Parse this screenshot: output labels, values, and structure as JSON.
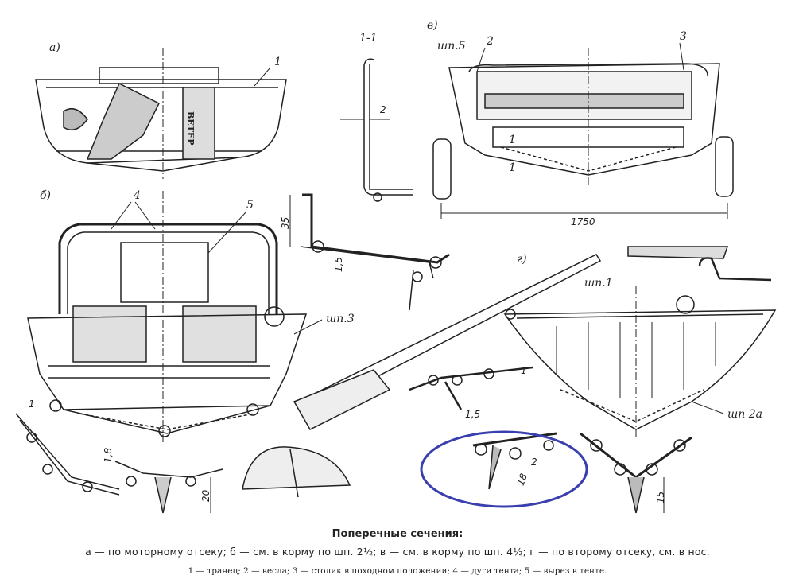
{
  "views": {
    "a": "а)",
    "b": "б)",
    "v": "в)",
    "g": "г)",
    "section": "1-1"
  },
  "labels": {
    "a_1": "1",
    "b_4": "4",
    "b_5": "5",
    "b_frame": "шп.3",
    "v_frame5": "шп.5",
    "v_2": "2",
    "v_3": "3",
    "v_1a": "1",
    "v_1b": "1",
    "g_frame1": "шп.1",
    "g_frame2a": "шп 2а",
    "sec_2": "2"
  },
  "dimensions": {
    "width_1750": "1750",
    "d35": "35",
    "d1_5a": "1,5",
    "d1": "1",
    "d1_8": "1,8",
    "d20": "20",
    "d1_5b": "1,5",
    "d1b": "1",
    "d2": "2",
    "d18": "18",
    "d15": "15"
  },
  "engine_logo": "ВЕТЕР",
  "highlight_color": "#3a3fb0",
  "caption": {
    "title": "Поперечные сечения:",
    "main": "а — по моторному отсеку; б — см. в корму по шп. 2½; в — см. в корму по шп. 4½; г — по второму отсеку, см. в нос.",
    "legend": "1 — транец; 2 — весла; 3 — столик в походном положении; 4 — дуги тента; 5 — вырез в тенте."
  }
}
